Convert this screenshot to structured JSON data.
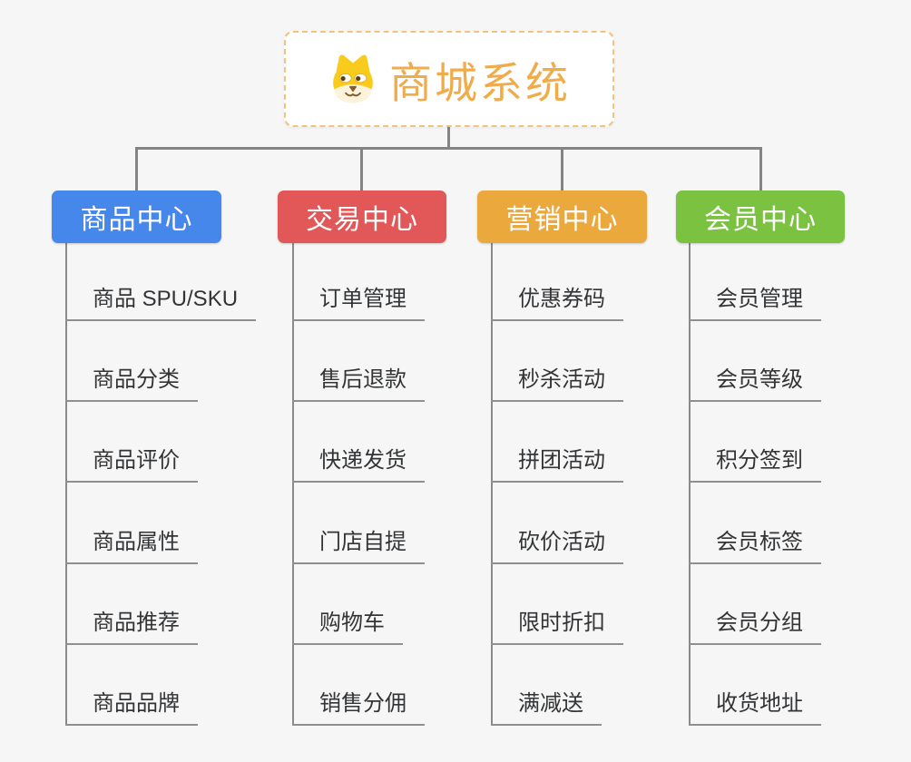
{
  "canvas": {
    "background": "#f6f6f6",
    "connector_color": "#848484"
  },
  "root": {
    "title": "商城系统",
    "icon": "doge-face-icon",
    "text_color": "#F0AC4A",
    "border_color": "#F2C27E"
  },
  "branches": [
    {
      "label": "商品中心",
      "color": "#4687EC",
      "items": [
        "商品 SPU/SKU",
        "商品分类",
        "商品评价",
        "商品属性",
        "商品推荐",
        "商品品牌"
      ]
    },
    {
      "label": "交易中心",
      "color": "#E25757",
      "items": [
        "订单管理",
        "售后退款",
        "快递发货",
        "门店自提",
        "购物车",
        "销售分佣"
      ]
    },
    {
      "label": "营销中心",
      "color": "#EBA83D",
      "items": [
        "优惠券码",
        "秒杀活动",
        "拼团活动",
        "砍价活动",
        "限时折扣",
        "满减送"
      ]
    },
    {
      "label": "会员中心",
      "color": "#7AC240",
      "items": [
        "会员管理",
        "会员等级",
        "积分签到",
        "会员标签",
        "会员分组",
        "收货地址"
      ]
    }
  ]
}
